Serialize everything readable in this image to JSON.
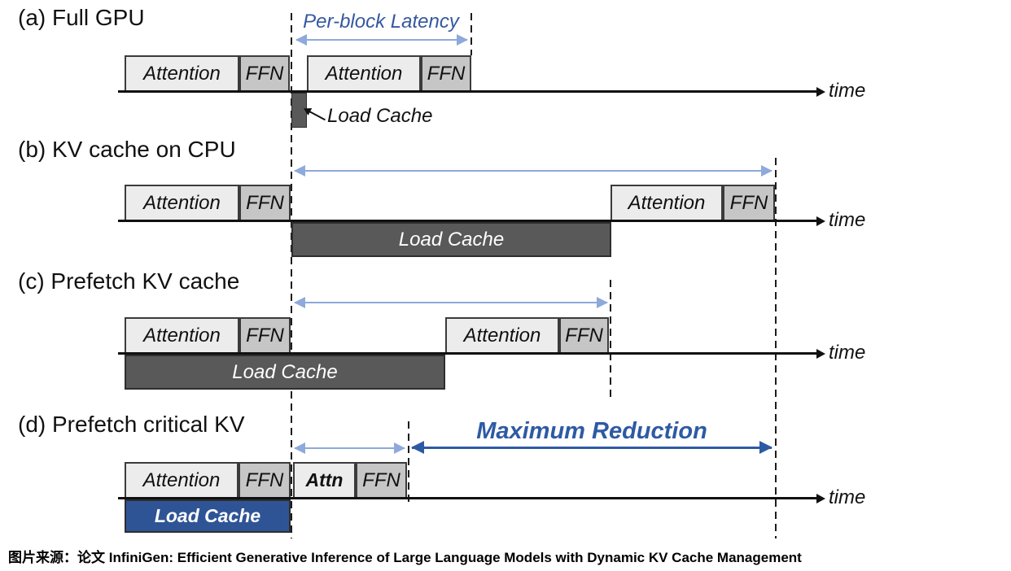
{
  "labels": {
    "attention": "Attention",
    "ffn": "FFN",
    "attn": "Attn",
    "load_cache": "Load Cache",
    "time": "time"
  },
  "sections": {
    "a": {
      "title": "(a) Full GPU",
      "annotation": "Per-block Latency"
    },
    "b": {
      "title": "(b) KV cache on CPU"
    },
    "c": {
      "title": "(c) Prefetch KV cache"
    },
    "d": {
      "title": "(d) Prefetch critical KV",
      "annotation": "Maximum Reduction"
    }
  },
  "caption": "图片来源：论文 InfiniGen: Efficient Generative Inference of Large Language Models with Dynamic KV Cache Management",
  "colors": {
    "dark_bar": "#595959",
    "blue_bar": "#2f5496",
    "attention_fill": "#ececec",
    "ffn_fill": "#c6c6c6",
    "light_blue_arrow": "#8ea9db",
    "dark_blue_accent": "#2e5aa4",
    "annotation_text_blue": "#35589f",
    "axis_black": "#111111"
  }
}
